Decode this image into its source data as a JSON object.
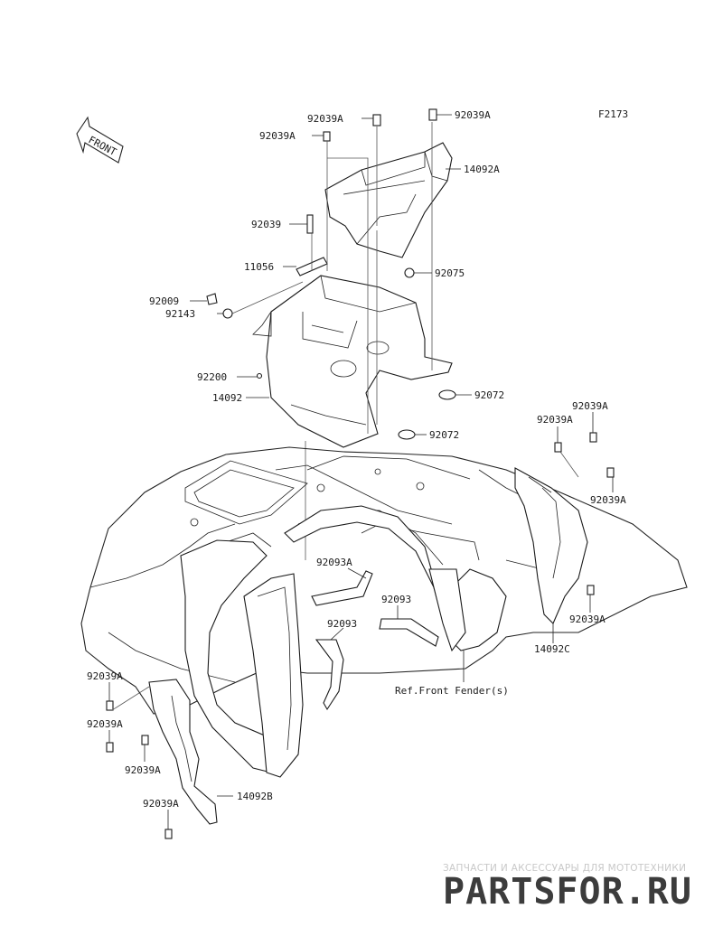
{
  "diagram": {
    "code": "F2173",
    "front_label": "FRONT",
    "reference_note": "Ref.Front Fender(s)",
    "callouts": [
      {
        "id": "c1",
        "label": "92039A"
      },
      {
        "id": "c2",
        "label": "92039A"
      },
      {
        "id": "c3",
        "label": "92039A"
      },
      {
        "id": "c4",
        "label": "14092A"
      },
      {
        "id": "c5",
        "label": "92039"
      },
      {
        "id": "c6",
        "label": "11056"
      },
      {
        "id": "c7",
        "label": "92075"
      },
      {
        "id": "c8",
        "label": "92009"
      },
      {
        "id": "c9",
        "label": "92143"
      },
      {
        "id": "c10",
        "label": "92200"
      },
      {
        "id": "c11",
        "label": "14092"
      },
      {
        "id": "c12",
        "label": "92072"
      },
      {
        "id": "c13",
        "label": "92072"
      },
      {
        "id": "c14",
        "label": "92039A"
      },
      {
        "id": "c15",
        "label": "92039A"
      },
      {
        "id": "c16",
        "label": "92039A"
      },
      {
        "id": "c17",
        "label": "92093A"
      },
      {
        "id": "c18",
        "label": "92093"
      },
      {
        "id": "c19",
        "label": "92093"
      },
      {
        "id": "c20",
        "label": "92039A"
      },
      {
        "id": "c21",
        "label": "14092C"
      },
      {
        "id": "c22",
        "label": "92039A"
      },
      {
        "id": "c23",
        "label": "92039A"
      },
      {
        "id": "c24",
        "label": "92039A"
      },
      {
        "id": "c25",
        "label": "92039A"
      },
      {
        "id": "c26",
        "label": "14092B"
      }
    ]
  },
  "watermark": {
    "tagline": "ЗАПЧАСТИ И АКСЕССУАРЫ ДЛЯ МОТОТЕХНИКИ",
    "logo_text": "PARTSFOR.RU",
    "logo_color": "#e33b3b"
  }
}
